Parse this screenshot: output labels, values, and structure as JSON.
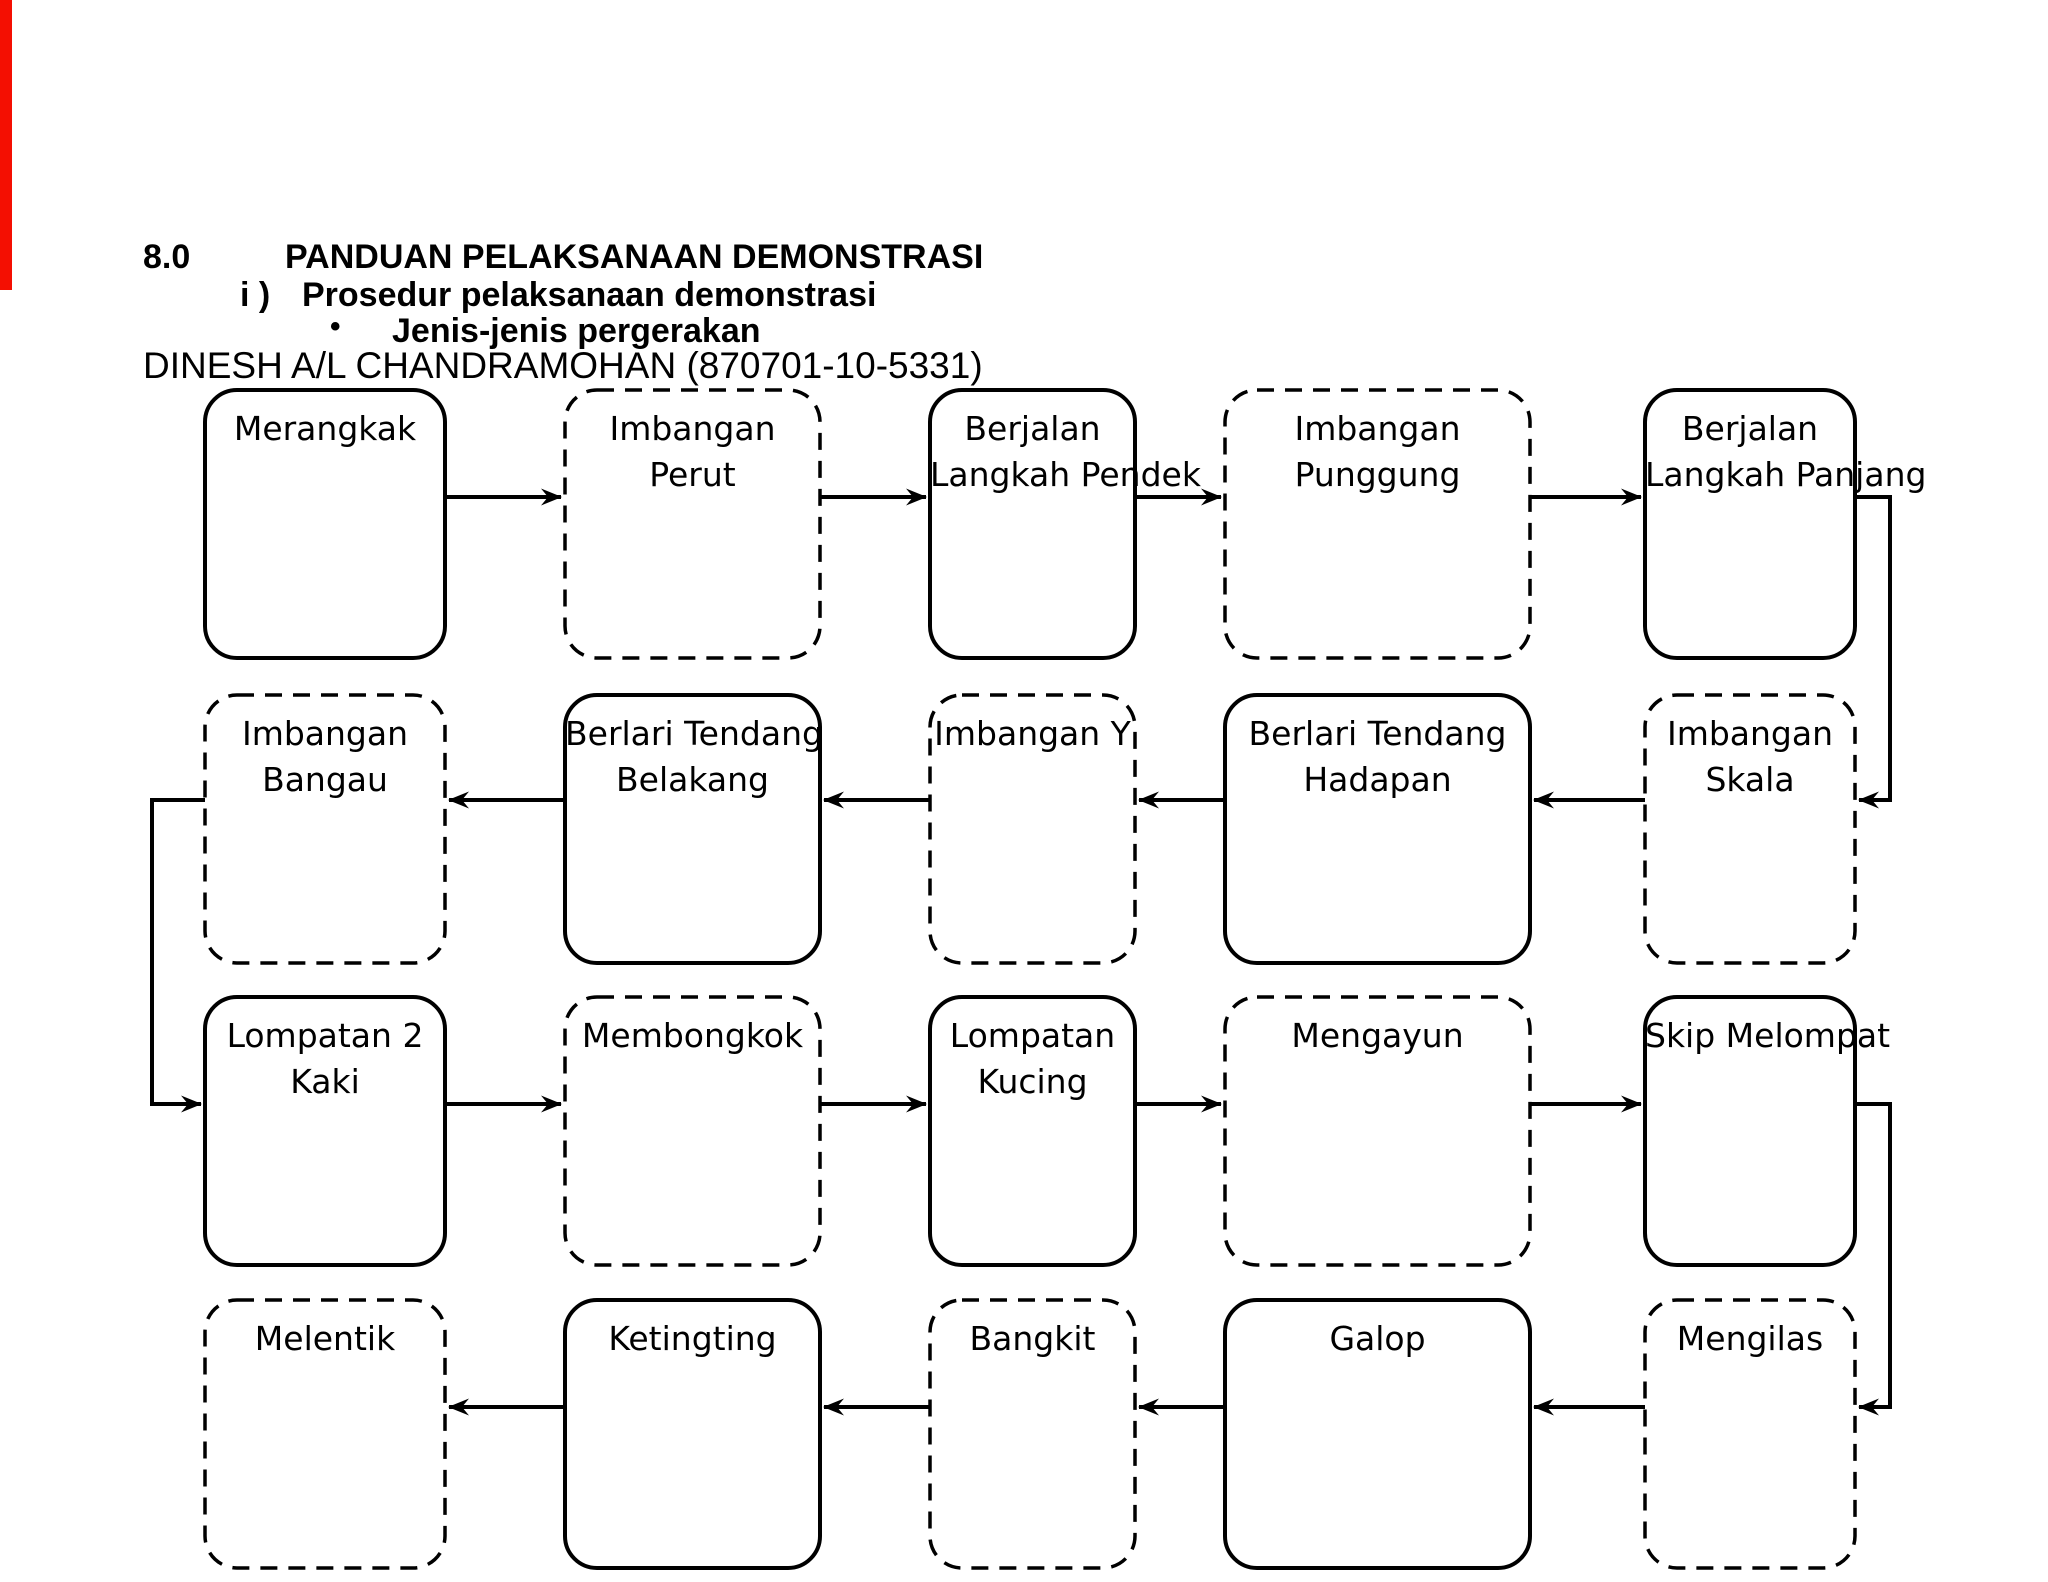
{
  "page": {
    "background_color": "#ffffff",
    "ink_color": "#000000",
    "revision_marker_color": "#f40f02"
  },
  "header": {
    "section_number": "8.0",
    "section_title": "PANDUAN PELAKSANAAN DEMONSTRASI",
    "sub_item_number": "i )",
    "sub_item_title": "Prosedur pelaksanaan demonstrasi",
    "bullet": "•",
    "bullet_title": "Jenis-jenis pergerakan",
    "author_line": "DINESH A/L CHANDRAMOHAN (870701-10-5331)"
  },
  "flowchart": {
    "flow_direction_per_row": [
      "left-to-right",
      "right-to-left",
      "left-to-right",
      "right-to-left"
    ],
    "boxes": [
      {
        "label1": "Merangkak",
        "label2": "",
        "style": "box-solid"
      },
      {
        "label1": "Imbangan",
        "label2": "Perut",
        "style": "box-dashed"
      },
      {
        "label1": "Berjalan",
        "label2": "Langkah Pendek",
        "style": "box-solid"
      },
      {
        "label1": "Imbangan",
        "label2": "Punggung",
        "style": "box-dashed"
      },
      {
        "label1": "Berjalan",
        "label2": "Langkah Panjang",
        "style": "box-solid"
      },
      {
        "label1": "Imbangan",
        "label2": "Bangau",
        "style": "box-dashed"
      },
      {
        "label1": "Berlari Tendang",
        "label2": "Belakang",
        "style": "box-solid"
      },
      {
        "label1": "Imbangan Y",
        "label2": "",
        "style": "box-dashed"
      },
      {
        "label1": "Berlari Tendang",
        "label2": "Hadapan",
        "style": "box-solid"
      },
      {
        "label1": "Imbangan",
        "label2": "Skala",
        "style": "box-dashed"
      },
      {
        "label1": "Lompatan 2",
        "label2": "Kaki",
        "style": "box-solid"
      },
      {
        "label1": "Membongkok",
        "label2": "",
        "style": "box-dashed"
      },
      {
        "label1": "Lompatan",
        "label2": "Kucing",
        "style": "box-solid"
      },
      {
        "label1": "Mengayun",
        "label2": "",
        "style": "box-dashed"
      },
      {
        "label1": "Skip Melompat",
        "label2": "",
        "style": "box-solid"
      },
      {
        "label1": "Melentik",
        "label2": "",
        "style": "box-dashed"
      },
      {
        "label1": "Ketingting",
        "label2": "",
        "style": "box-solid"
      },
      {
        "label1": "Bangkit",
        "label2": "",
        "style": "box-dashed"
      },
      {
        "label1": "Galop",
        "label2": "",
        "style": "box-solid"
      },
      {
        "label1": "Mengilas",
        "label2": "",
        "style": "box-dashed"
      }
    ]
  }
}
